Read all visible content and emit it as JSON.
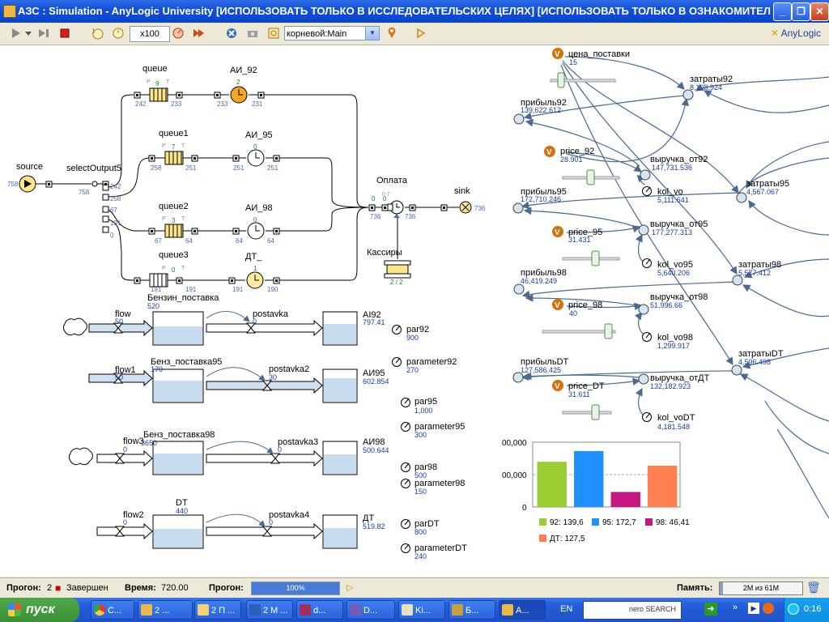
{
  "window": {
    "title": "АЗС : Simulation - AnyLogic University  [ИСПОЛЬЗОВАТЬ ТОЛЬКО В ИССЛЕДОВАТЕЛЬСКИХ ЦЕЛЯХ]  [ИСПОЛЬЗОВАТЬ ТОЛЬКО В ОЗНАКОМИТЕЛЬН...",
    "min": "_",
    "max": "❐",
    "close": "✕"
  },
  "toolbar": {
    "speed": "x100",
    "root_select": "корневой:Main",
    "brand": "AnyLogic"
  },
  "model": {
    "source": {
      "label": "source",
      "count": "758"
    },
    "select": {
      "label": "selectOutput5",
      "in": "758",
      "o1": "242",
      "o2": "258",
      "o3": "67",
      "o4": "191",
      "o5": "0"
    },
    "q1": {
      "label": "queue",
      "p": "P",
      "n": "9",
      "t": "T",
      "in": "242",
      "out": "233"
    },
    "q2": {
      "label": "queue1",
      "p": "P",
      "n": "7",
      "t": "T",
      "in": "258",
      "out": "251"
    },
    "q3": {
      "label": "queue2",
      "p": "P",
      "n": "3",
      "t": "T",
      "in": "67",
      "out": "64"
    },
    "q4": {
      "label": "queue3",
      "p": "P",
      "n": "0",
      "t": "T",
      "in": "191",
      "out": "191"
    },
    "d1": {
      "label": "АИ_92",
      "n": "2",
      "in": "233",
      "out": "231"
    },
    "d2": {
      "label": "АИ_95",
      "n": "0",
      "in": "251",
      "out": "251"
    },
    "d3": {
      "label": "АИ_98",
      "n": "0",
      "in": "64",
      "out": "64"
    },
    "d4": {
      "label": "ДТ_",
      "n": "1",
      "in": "191",
      "out": "190"
    },
    "pay": {
      "label": "Оплата",
      "a": "0",
      "p": "P",
      "t": "T",
      "q": "0",
      "in": "736",
      "out": "736"
    },
    "sink": {
      "label": "sink",
      "count": "736"
    },
    "cash": {
      "label": "Кассиры",
      "value": "2 / 2"
    }
  },
  "sd": {
    "r1": {
      "stock": "Бензин_поставка",
      "stock_val": "520",
      "flow": "flow",
      "flow_val": "50",
      "valve": "postavka",
      "valve_val": "0",
      "tank": "AI92",
      "tank_val": "797.41"
    },
    "r2": {
      "stock": "Бенз_поставка95",
      "stock_val": "170",
      "flow": "flow1",
      "flow_val": "50",
      "valve": "postavka2",
      "valve_val": "30",
      "tank": "АИ95",
      "tank_val": "602.854"
    },
    "r3": {
      "stock": "Бенз_поставка98",
      "stock_val": "3650",
      "flow": "flow3",
      "flow_val": "0",
      "valve": "postavka3",
      "valve_val": "0",
      "tank": "АИ98",
      "tank_val": "500.644"
    },
    "r4": {
      "stock": "DT",
      "stock_val": "440",
      "flow": "flow2",
      "flow_val": "0",
      "valve": "postavka4",
      "valve_val": "0",
      "tank": "ДТ",
      "tank_val": "519.82"
    }
  },
  "params": [
    {
      "name": "par92",
      "value": "900"
    },
    {
      "name": "parameter92",
      "value": "270"
    },
    {
      "name": "par95",
      "value": "1,000"
    },
    {
      "name": "parameter95",
      "value": "300"
    },
    {
      "name": "par98",
      "value": "500"
    },
    {
      "name": "parameter98",
      "value": "150"
    },
    {
      "name": "parDT",
      "value": "800"
    },
    {
      "name": "parameterDT",
      "value": "240"
    }
  ],
  "vars": {
    "cena": {
      "label": "цена_поставки",
      "value": "15"
    },
    "zatraty92": {
      "label": "затраты92",
      "value": "8,108.924"
    },
    "pribyl92": {
      "label": "прибыль92",
      "value": "139,622.612"
    },
    "price92": {
      "label": "price_92",
      "value": "28.901"
    },
    "vyr92": {
      "label": "выручка_от92",
      "value": "147,731.536"
    },
    "kolvo": {
      "label": "kol_vo",
      "value": "5,111.641"
    },
    "zatraty95": {
      "label": "затраты95",
      "value": "4,567.067"
    },
    "pribyl95": {
      "label": "прибыль95",
      "value": "172,710.246"
    },
    "vyr95": {
      "label": "выручка_от95",
      "value": "177,277.313"
    },
    "price95": {
      "label": "price_95",
      "value": "31.431"
    },
    "kolvo95": {
      "label": "kol_vo95",
      "value": "5,640.206"
    },
    "zatraty98": {
      "label": "затраты98",
      "value": "5,577.412"
    },
    "pribyl98": {
      "label": "прибыль98",
      "value": "46,419.249"
    },
    "price98": {
      "label": "price_98",
      "value": "40"
    },
    "vyr98": {
      "label": "выручка_от98",
      "value": "51,996.66"
    },
    "kolvo98": {
      "label": "kol_vo98",
      "value": "1,299.917"
    },
    "zatratyDT": {
      "label": "затратыDT",
      "value": "4,596.498"
    },
    "pribylDT": {
      "label": "прибыльDT",
      "value": "127,586.425"
    },
    "vyrDT": {
      "label": "выручка_отДТ",
      "value": "132,182.923"
    },
    "priceDT": {
      "label": "price_DT",
      "value": "31.611"
    },
    "kolvoDT": {
      "label": "kol_voDT",
      "value": "4,181.548"
    }
  },
  "chart_data": {
    "type": "bar",
    "categories": [
      "92",
      "95",
      "98",
      "ДТ"
    ],
    "values": [
      139622.612,
      172710.246,
      46419.249,
      127586.425
    ],
    "colors": [
      "#9acd32",
      "#1e90ff",
      "#c71585",
      "#ff7f50"
    ],
    "tick_labels": [
      "00,000",
      "00,000",
      "0"
    ],
    "legend": [
      "92: 139,6",
      "95: 172,7",
      "98: 46,41",
      "ДТ: 127,5"
    ],
    "ylim": [
      0,
      200000
    ]
  },
  "status": {
    "run_label": "Прогон:",
    "run_num": "2",
    "state": "Завершен",
    "time_label": "Время:",
    "time": "720.00",
    "progress_label": "Прогон:",
    "progress": "100%",
    "progress_value": 100,
    "mem_label": "Память:",
    "mem": "2M из 61M"
  },
  "taskbar": {
    "start": "пуск",
    "tasks": [
      "C...",
      "2 ...",
      "2 П ...",
      "2 М ...",
      "d...",
      "D...",
      "Ki...",
      "Б...",
      "A..."
    ],
    "lang": "EN",
    "search": "nero SEARCH",
    "clock": "0:16"
  }
}
